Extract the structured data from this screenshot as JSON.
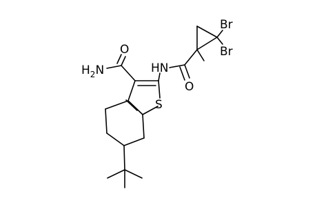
{
  "molecule": {
    "labels": {
      "amide_nh2": "H2N",
      "carbonyl_o_left": "O",
      "amide_nh": "HN",
      "carbonyl_o_right": "O",
      "sulfur": "S",
      "bromine_1": "Br",
      "bromine_2": "Br"
    }
  }
}
